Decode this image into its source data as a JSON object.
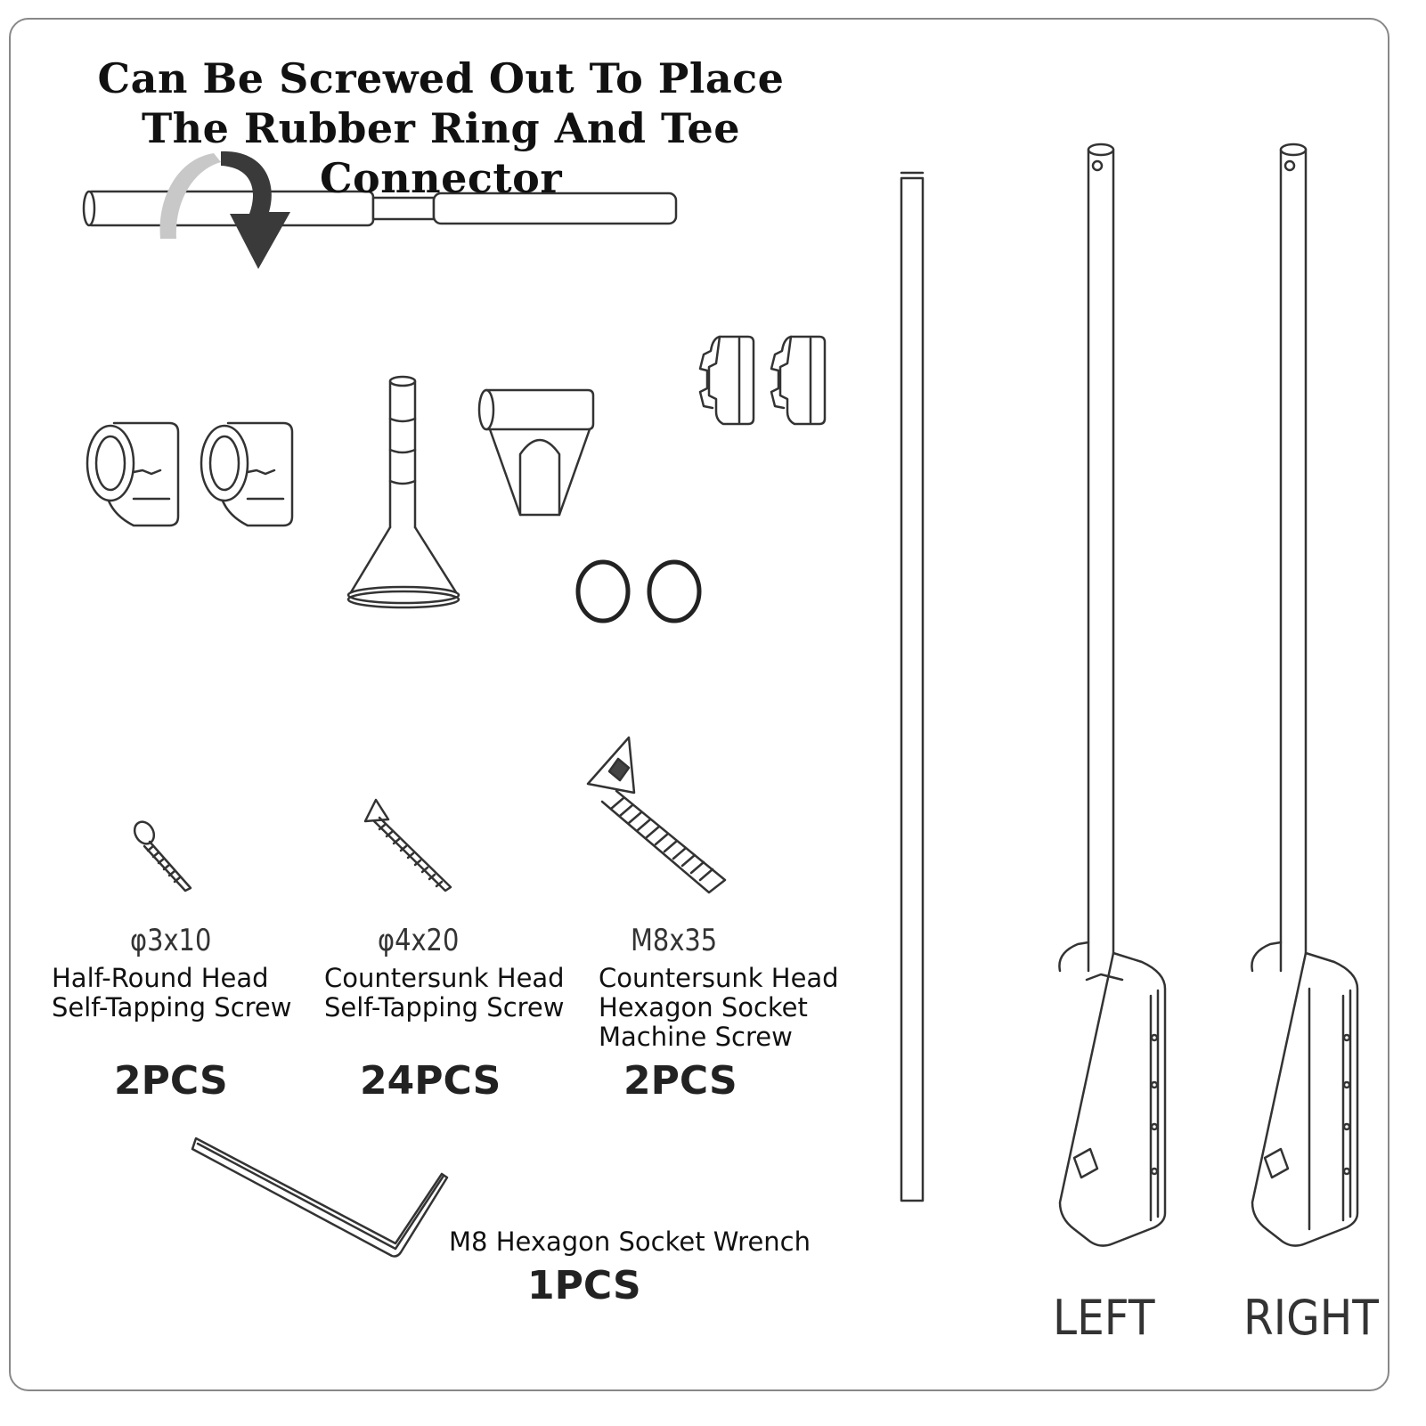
{
  "title": {
    "line1": "Can Be Screwed Out To Place",
    "line2": "The Rubber Ring And Tee Connector"
  },
  "screws": [
    {
      "spec": "φ3x10",
      "name_line1": "Half-Round Head",
      "name_line2": "Self-Tapping Screw",
      "name_line3": "",
      "qty": "2PCS"
    },
    {
      "spec": "φ4x20",
      "name_line1": "Countersunk Head",
      "name_line2": "Self-Tapping Screw",
      "name_line3": "",
      "qty": "24PCS"
    },
    {
      "spec": "M8x35",
      "name_line1": "Countersunk Head",
      "name_line2": "Hexagon Socket",
      "name_line3": "Machine Screw",
      "qty": "2PCS"
    }
  ],
  "wrench": {
    "name": "M8 Hexagon Socket Wrench",
    "qty": "1PCS"
  },
  "rods": {
    "left_label": "LEFT",
    "right_label": "RIGHT"
  },
  "colors": {
    "line": "#333333",
    "frame": "#888888",
    "arrow": "#3a3a3a",
    "arrow_light": "#c8c8c8"
  }
}
